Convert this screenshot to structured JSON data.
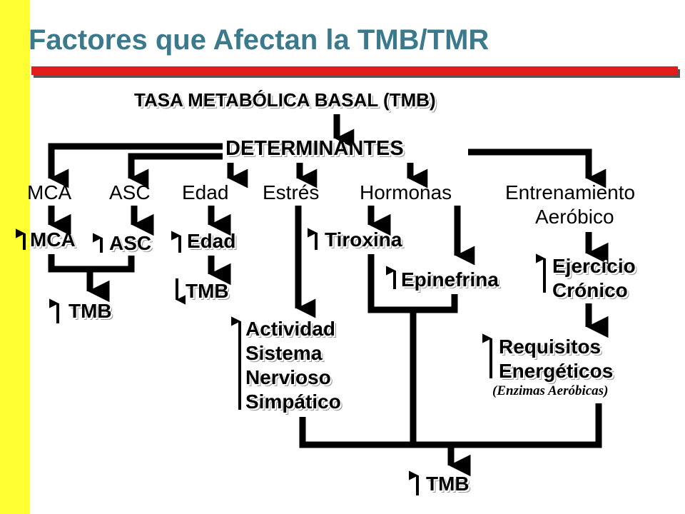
{
  "slide_title": "Factores que Afectan la TMB/TMR",
  "diagram_heading": "TASA METABÓLICA BASAL (TMB)",
  "determinantes_label": "DETERMINANTES",
  "factors": [
    "MCA",
    "ASC",
    "Edad",
    "Estrés",
    "Hormonas",
    "Entrenamiento",
    "Aeróbico"
  ],
  "effects": {
    "mca": "MCA",
    "asc": "ASC",
    "edad": "Edad",
    "tmb_left": "TMB",
    "tmb_edad": "TMB",
    "tiroxina": "Tiroxina",
    "epinefrina": "Epinefrina",
    "ejercicio": [
      "Ejercicio",
      "Crónico"
    ],
    "actividad": [
      "Actividad",
      "Sistema",
      "Nervioso",
      "Simpático"
    ],
    "requisitos": [
      "Requisitos",
      "Energéticos"
    ],
    "enzimas": "(Enzimas Aeróbicas)",
    "tmb_bottom": "TMB"
  },
  "colors": {
    "accent_bar": "#ffff33",
    "title": "#3b7a8c",
    "rule": "#e21b1b",
    "lines": "#000000"
  },
  "indicators": {
    "up": "up-arrow-icon",
    "down": "down-arrow-icon"
  }
}
